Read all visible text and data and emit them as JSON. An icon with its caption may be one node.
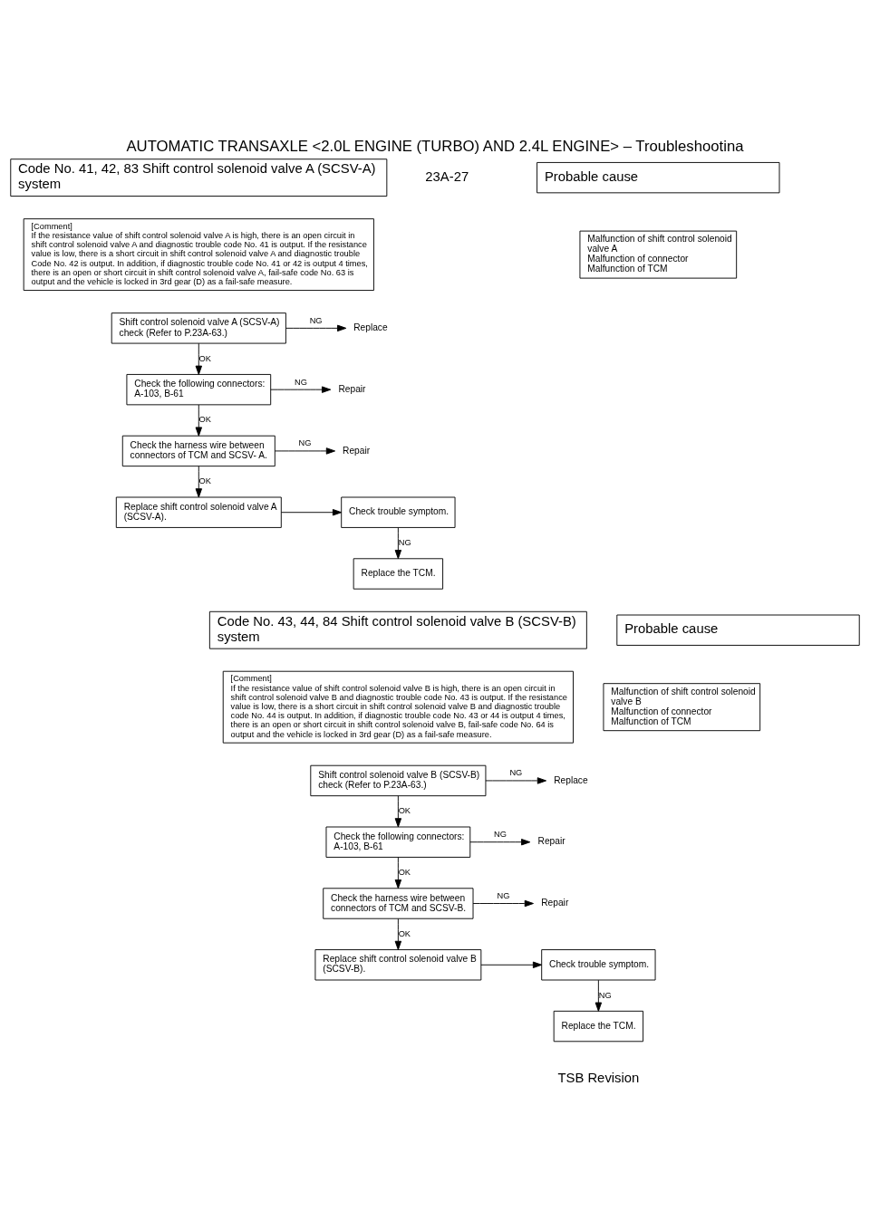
{
  "diagram": {
    "title": "AUTOMATIC TRANSAXLE <2.0L ENGINE (TURBO) AND 2.4L ENGINE> – Troubleshootina",
    "nodes": [
      {
        "text": [
          "Code No. 41, 42, 83 Shift control solenoid valve A (SCSV-A) system"
        ]
      },
      {
        "text": [
          "Probable cause"
        ]
      },
      {
        "text": [
          "[Comment]",
          "If the resistance value of shift control solenoid valve A is high, there is an open circuit in shift control solenoid valve A and diagnostic trouble code No. 41 is output. If the resistance value is low, there is a short circuit in shift control solenoid valve A and diagnostic trouble Code No. 42 is output. In addition, if diagnostic trouble code No. 41 or 42 is output 4 times, there is an open or short circuit in shift control solenoid valve A, fail-safe code No. 63 is output and the vehicle is locked in 3rd gear (D) as a fail-safe measure."
        ]
      },
      {
        "text": [
          "Malfunction of shift control solenoid valve A",
          "Malfunction of connector",
          "Malfunction of TCM"
        ]
      },
      {
        "text": [
          "Shift control solenoid valve A (SCSV-A) check (Refer to P.23A-63.)"
        ]
      },
      {
        "text": [
          "Replace"
        ]
      },
      {
        "text": [
          "Check the following connectors:",
          "A-103, B-61"
        ]
      },
      {
        "text": [
          "Repair"
        ]
      },
      {
        "text": [
          "Check the harness wire between connectors of TCM and SCSV- A."
        ]
      },
      {
        "text": [
          "Repair"
        ]
      },
      {
        "text": [
          "Replace shift control solenoid valve A (SCSV-A)."
        ]
      },
      {
        "text": [
          "Check trouble symptom."
        ]
      },
      {
        "text": [
          "Replace the TCM."
        ]
      },
      {
        "text": [
          "Code No. 43, 44, 84 Shift control solenoid valve B (SCSV-B) system"
        ]
      },
      {
        "text": [
          "Probable cause"
        ]
      },
      {
        "text": [
          "[Comment]",
          "If the resistance value of shift control solenoid valve B is high, there is an open circuit in shift control solenoid valve B and diagnostic trouble code No. 43 is output. If the resistance value is low, there is a short circuit in shift control solenoid valve B and diagnostic trouble code No. 44 is output. In addition, if diagnostic trouble code No. 43 or 44 is output 4 times, there is an open or short circuit in shift control solenoid valve B, fail-safe code No. 64 is output and the vehicle is locked in 3rd gear (D) as a fail-safe measure."
        ]
      },
      {
        "text": [
          "Malfunction of shift control solenoid valve B",
          "Malfunction of connector",
          "Malfunction of TCM"
        ]
      },
      {
        "text": [
          "Shift control solenoid valve B (SCSV-B) check (Refer to P.23A-63.)"
        ]
      },
      {
        "text": [
          "Replace"
        ]
      },
      {
        "text": [
          "Check the following connectors:",
          "A-103, B-61"
        ]
      },
      {
        "text": [
          "Repair"
        ]
      },
      {
        "text": [
          "Check the harness wire between connectors of TCM and SCSV-B."
        ]
      },
      {
        "text": [
          "Repair"
        ]
      },
      {
        "text": [
          "Replace shift control solenoid valve B (SCSV-B)."
        ]
      },
      {
        "text": [
          "Check trouble symptom."
        ]
      },
      {
        "text": [
          "Replace the TCM."
        ]
      }
    ],
    "edges": [
      {
        "from": 4,
        "to": 5,
        "arrow": "to",
        "label": "NG"
      },
      {
        "from": 4,
        "to": 6,
        "arrow": "to",
        "label": "OK"
      },
      {
        "from": 6,
        "to": 7,
        "arrow": "to",
        "label": "NG"
      },
      {
        "from": 6,
        "to": 8,
        "arrow": "to",
        "label": "OK"
      },
      {
        "from": 8,
        "to": 9,
        "arrow": "to",
        "label": "NG"
      },
      {
        "from": 8,
        "to": 10,
        "arrow": "to",
        "label": "OK"
      },
      {
        "from": 10,
        "to": 11,
        "arrow": "to"
      },
      {
        "from": 11,
        "to": 12,
        "arrow": "to",
        "label": "NG"
      },
      {
        "from": 17,
        "to": 18,
        "arrow": "to",
        "label": "NG"
      },
      {
        "from": 17,
        "to": 19,
        "arrow": "to",
        "label": "OK"
      },
      {
        "from": 19,
        "to": 20,
        "arrow": "to",
        "label": "NG"
      },
      {
        "from": 19,
        "to": 21,
        "arrow": "to",
        "label": "OK"
      },
      {
        "from": 21,
        "to": 22,
        "arrow": "to",
        "label": "NG"
      },
      {
        "from": 21,
        "to": 23,
        "arrow": "to",
        "label": "OK"
      },
      {
        "from": 23,
        "to": 24,
        "arrow": "to"
      },
      {
        "from": 24,
        "to": 25,
        "arrow": "to",
        "label": "NG"
      }
    ],
    "labels": [
      "23A-27",
      "TSB Revision"
    ]
  }
}
